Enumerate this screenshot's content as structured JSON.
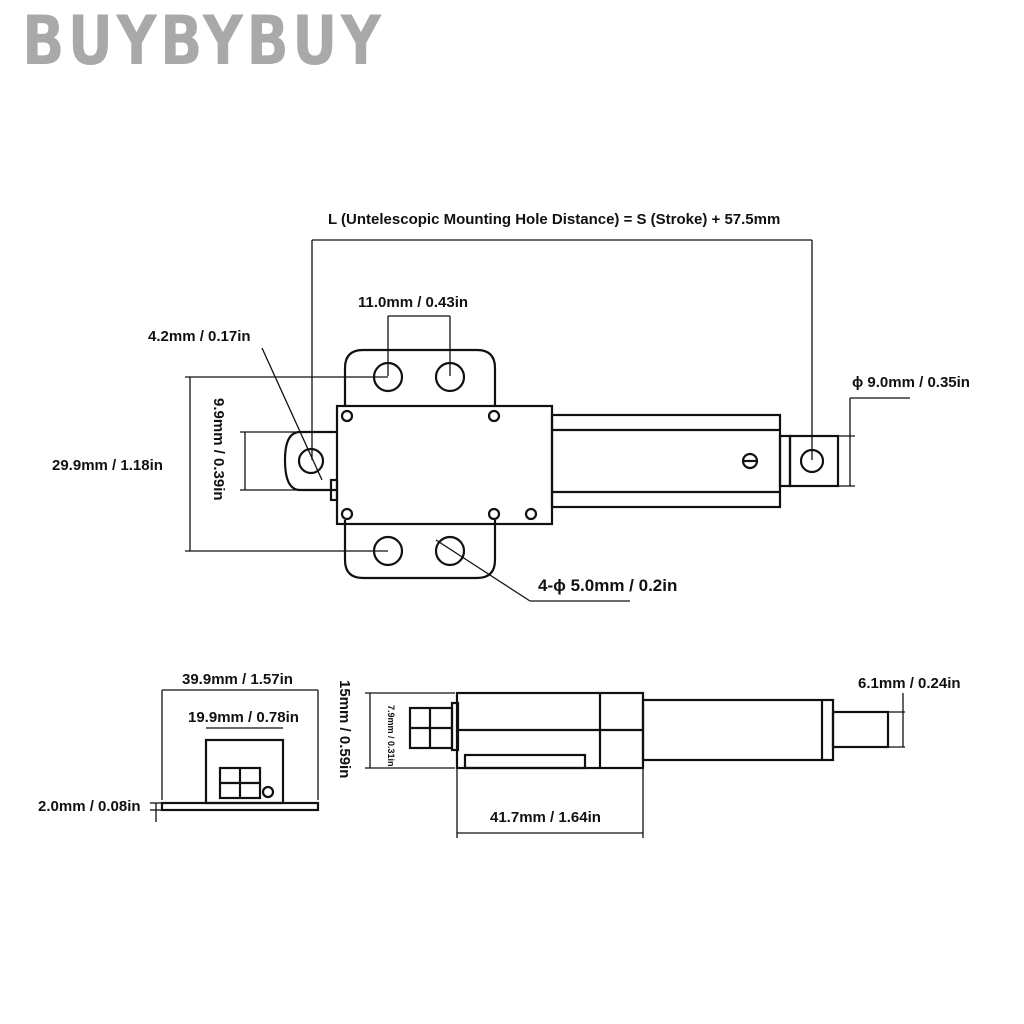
{
  "brand": "BUYBYBUY",
  "labels": {
    "length_formula": "L (Untelescopic Mounting Hole Distance) = S (Stroke) + 57.5mm",
    "hole_spacing": "11.0mm / 0.43in",
    "hole_diameter": "4.2mm / 0.17in",
    "rod_eye": "ϕ 9.0mm / 0.35in",
    "eye_height": "9.9mm / 0.39in",
    "mount_height": "29.9mm / 1.18in",
    "mount_holes": "4-ϕ 5.0mm / 0.2in",
    "base_width": "39.9mm / 1.57in",
    "body_width": "19.9mm / 0.78in",
    "plate_thickness": "2.0mm / 0.08in",
    "body_height": "15mm / 0.59in",
    "connector_height": "7.9mm / 0.31in",
    "body_length": "41.7mm / 1.64in",
    "rod_diameter": "6.1mm / 0.24in"
  }
}
